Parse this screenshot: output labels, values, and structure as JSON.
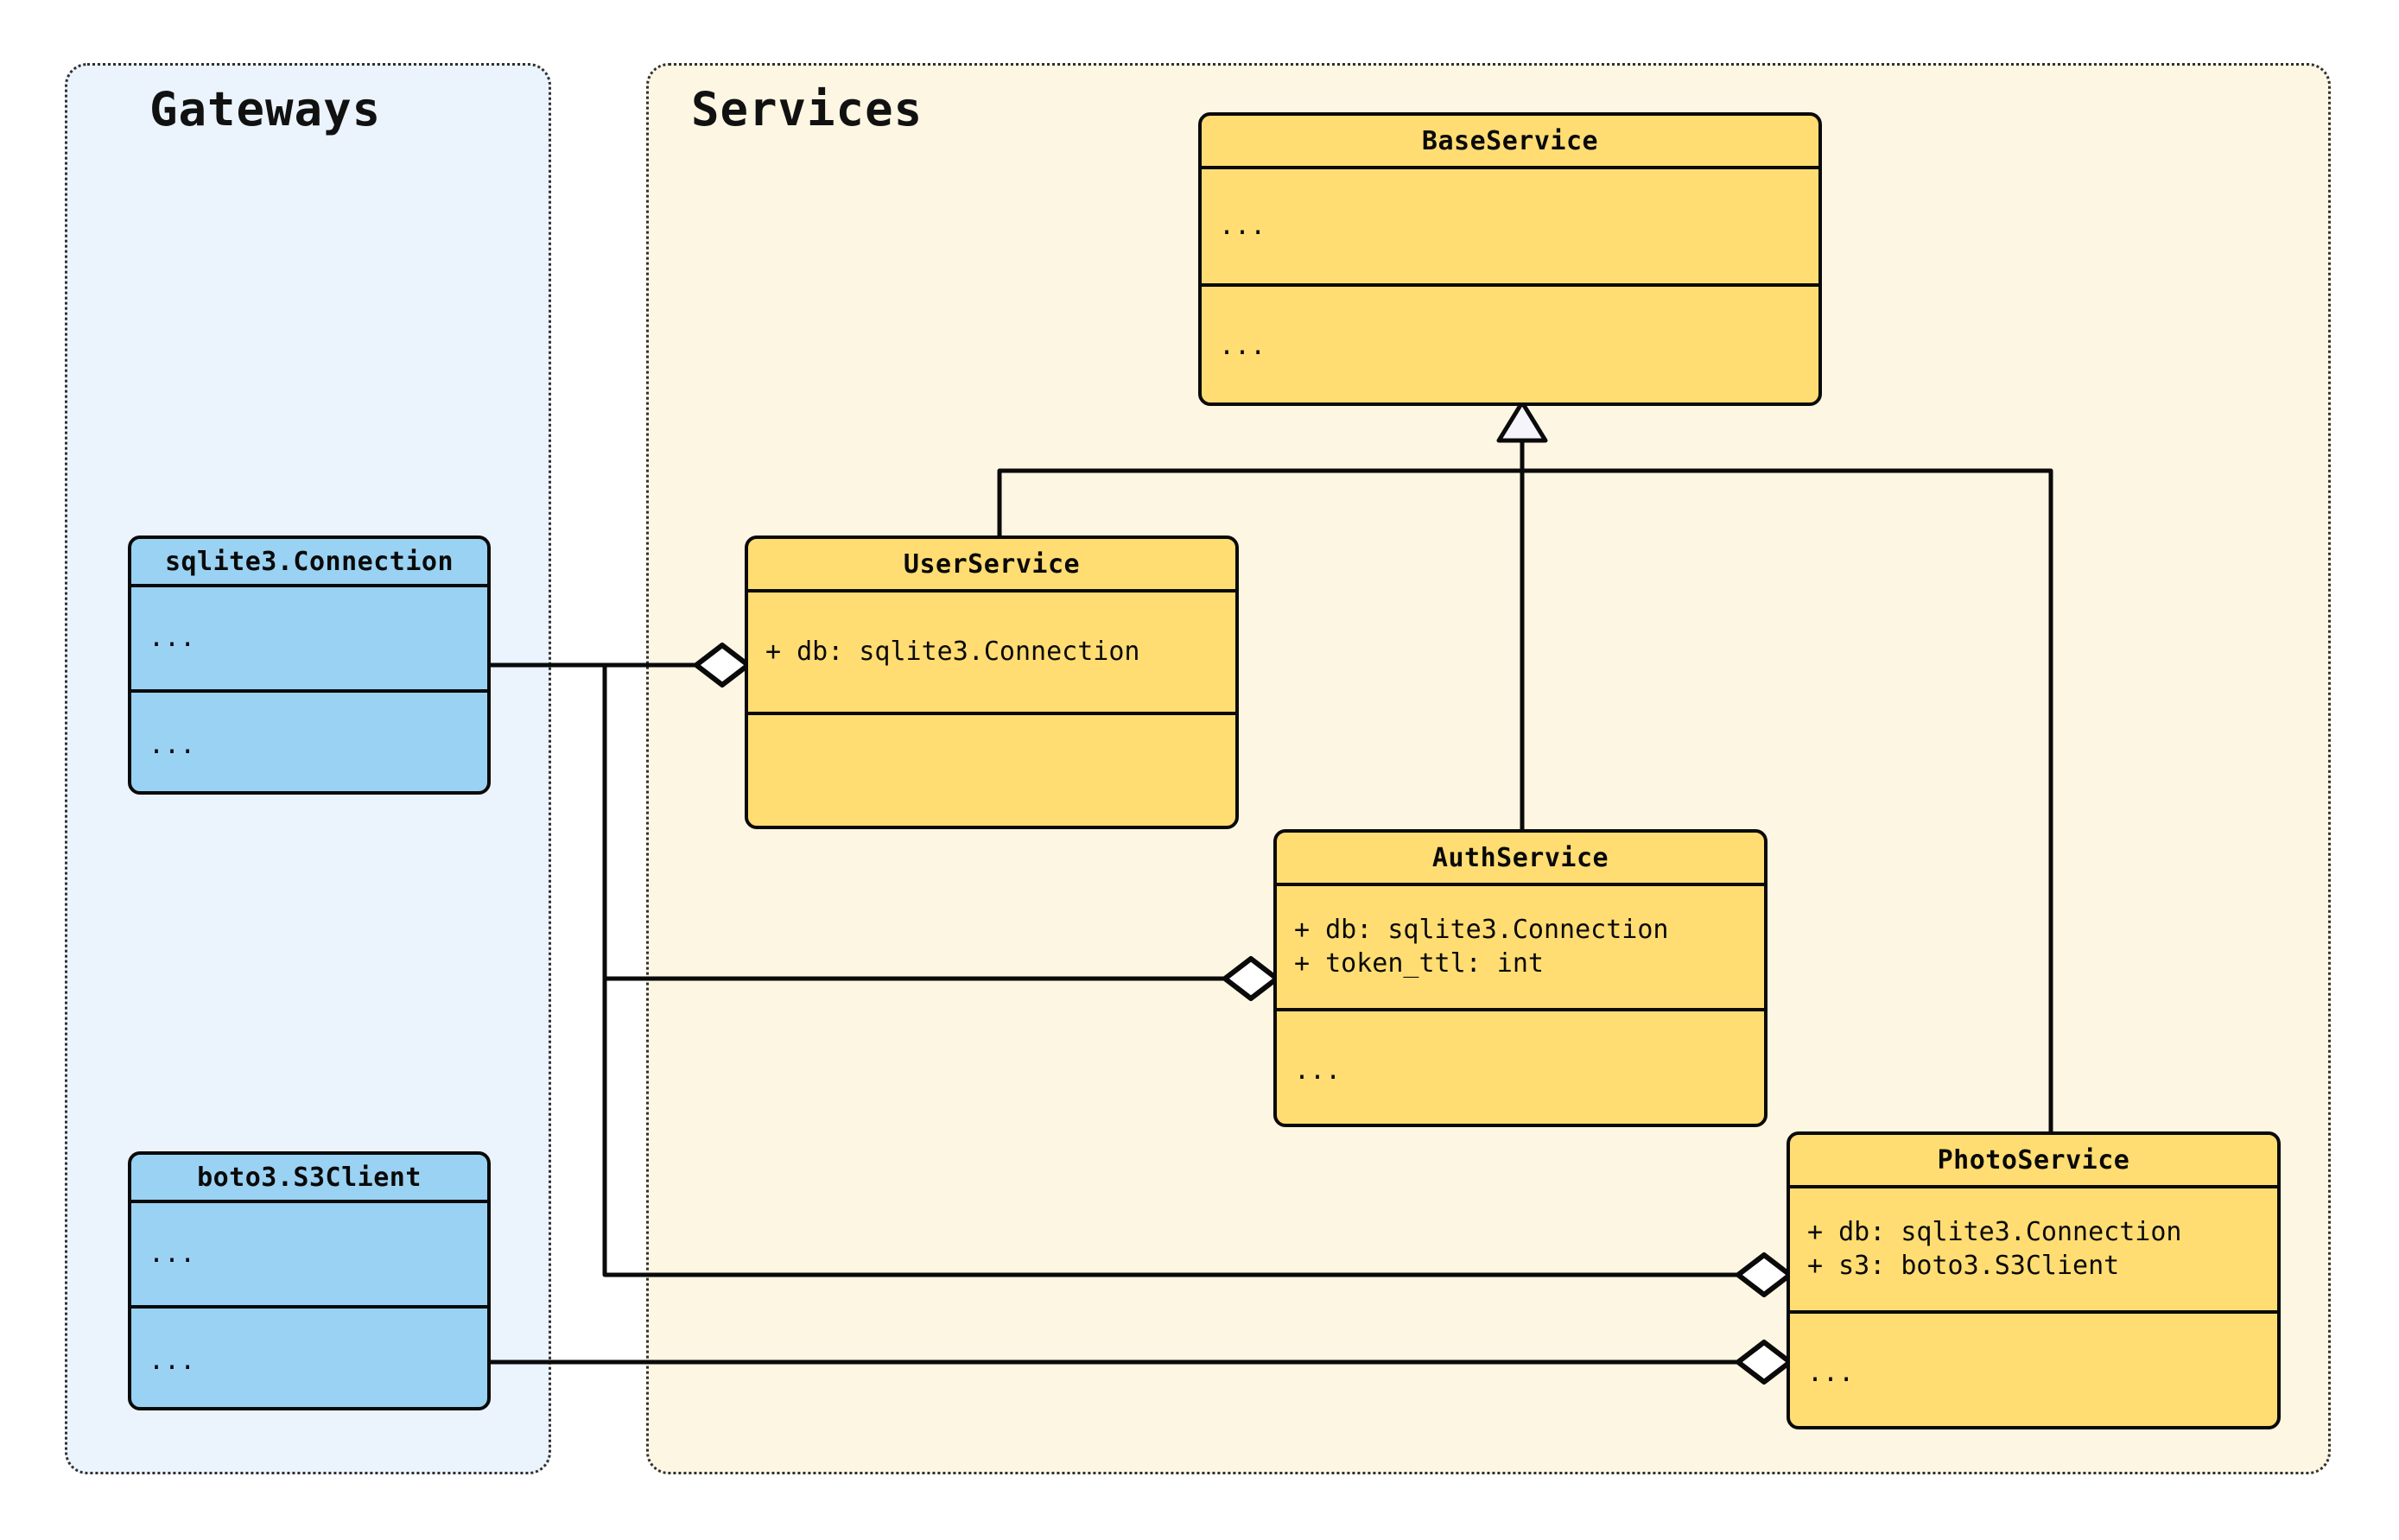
{
  "diagram": {
    "kind": "uml-class-diagram",
    "colors": {
      "class_fill_service": "#FFDD72",
      "class_fill_gateway": "#9AD2F3",
      "panel_fill_gateways": "#EBF3FC",
      "panel_fill_services": "#FDF6E3",
      "stroke": "#0A0A0A",
      "panel_border": "#303030"
    }
  },
  "packages": [
    {
      "id": "gateways",
      "title": "Gateways"
    },
    {
      "id": "services",
      "title": "Services"
    }
  ],
  "classes": [
    {
      "id": "sqlite3_connection",
      "name": "sqlite3.Connection",
      "package": "gateways",
      "attributes": [
        "..."
      ],
      "methods": [
        "..."
      ]
    },
    {
      "id": "boto3_s3client",
      "name": "boto3.S3Client",
      "package": "gateways",
      "attributes": [
        "..."
      ],
      "methods": [
        "..."
      ]
    },
    {
      "id": "base_service",
      "name": "BaseService",
      "package": "services",
      "attributes": [
        "..."
      ],
      "methods": [
        "..."
      ]
    },
    {
      "id": "user_service",
      "name": "UserService",
      "package": "services",
      "attributes": [
        "+ db: sqlite3.Connection"
      ],
      "methods": [
        ""
      ]
    },
    {
      "id": "auth_service",
      "name": "AuthService",
      "package": "services",
      "attributes": [
        "+ db: sqlite3.Connection",
        "+ token_ttl: int"
      ],
      "methods": [
        "..."
      ]
    },
    {
      "id": "photo_service",
      "name": "PhotoService",
      "package": "services",
      "attributes": [
        "+ db: sqlite3.Connection",
        "+ s3: boto3.S3Client"
      ],
      "methods": [
        "..."
      ]
    }
  ],
  "relationships": [
    {
      "type": "generalization",
      "from": "user_service",
      "to": "base_service"
    },
    {
      "type": "generalization",
      "from": "auth_service",
      "to": "base_service"
    },
    {
      "type": "generalization",
      "from": "photo_service",
      "to": "base_service"
    },
    {
      "type": "aggregation",
      "from": "user_service",
      "to": "sqlite3_connection"
    },
    {
      "type": "aggregation",
      "from": "auth_service",
      "to": "sqlite3_connection"
    },
    {
      "type": "aggregation",
      "from": "photo_service",
      "to": "sqlite3_connection"
    },
    {
      "type": "aggregation",
      "from": "photo_service",
      "to": "boto3_s3client"
    }
  ]
}
